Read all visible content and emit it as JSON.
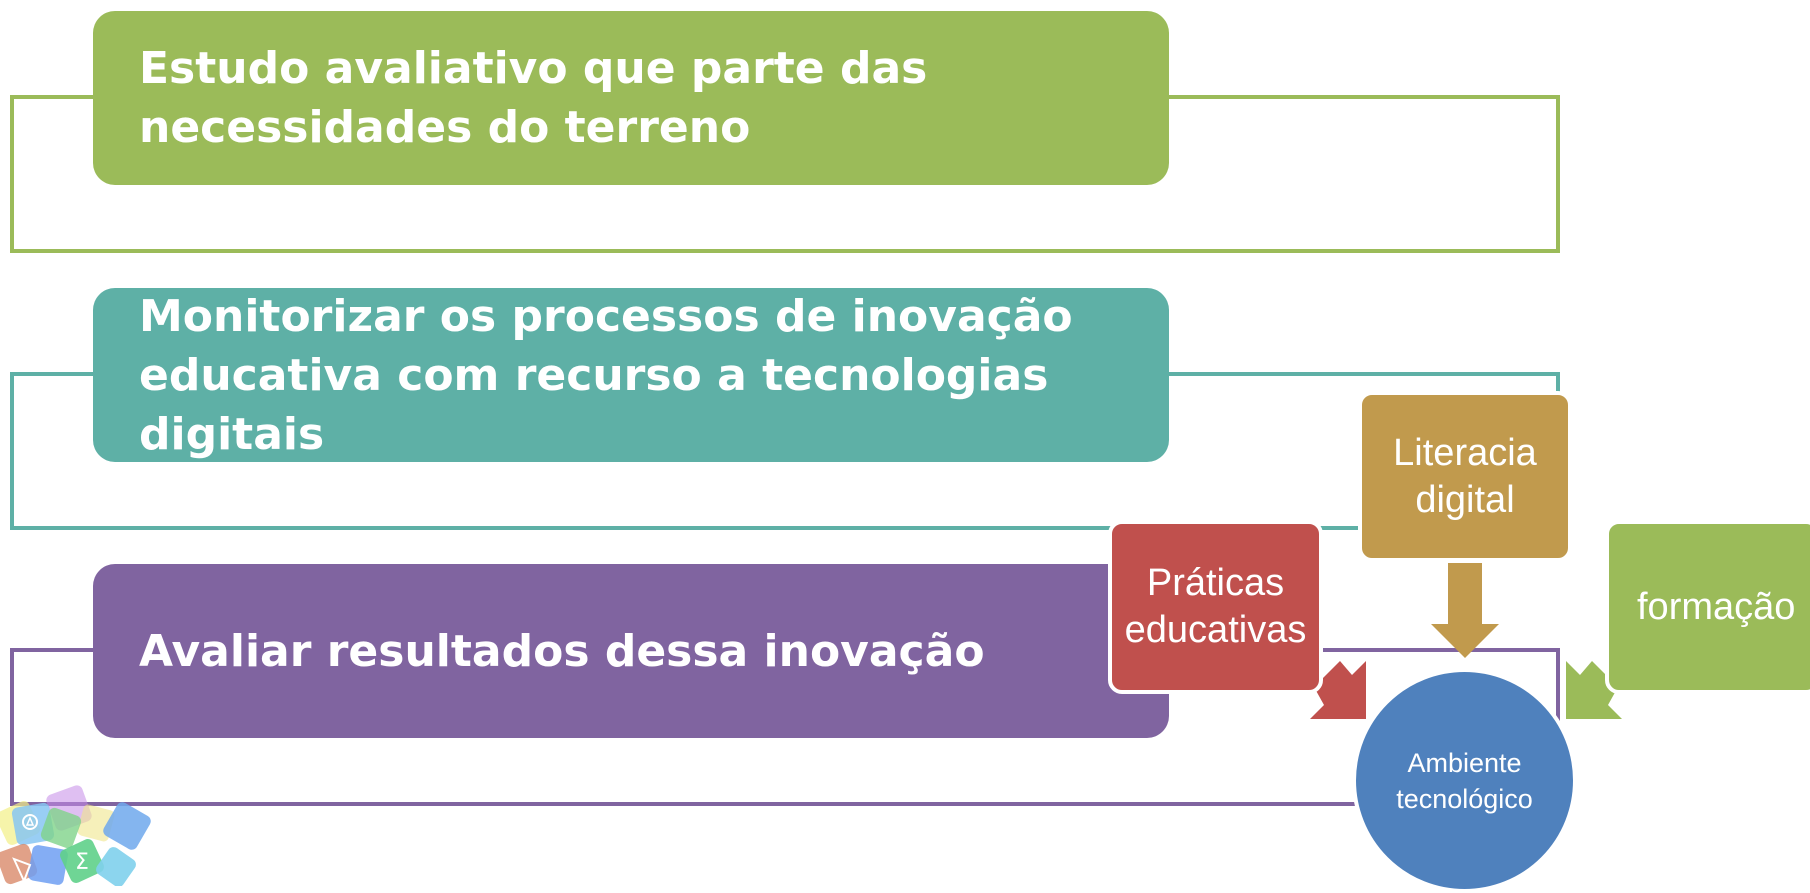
{
  "steps": [
    {
      "line1": "Estudo avaliativo que parte das",
      "line2": "necessidades do terreno",
      "color": "#9bbb59"
    },
    {
      "line1": "Monitorizar os processos de inovação",
      "line2": "educativa com recurso a tecnologias digitais",
      "color": "#5eb0a6"
    },
    {
      "line1": "Avaliar resultados dessa inovação",
      "color": "#8064a0"
    }
  ],
  "nodes": {
    "literacia": {
      "line1": "Literacia",
      "line2": "digital",
      "color": "#c19a4d"
    },
    "praticas": {
      "line1": "Práticas",
      "line2": "educativas",
      "color": "#c0504d"
    },
    "formacao": {
      "label": "formação",
      "color": "#9bbb59"
    },
    "ambiente": {
      "line1": "Ambiente",
      "line2": "tecnológico",
      "color": "#4f81bd"
    }
  },
  "icons": {
    "logo": "colorful-tiles-logo"
  }
}
